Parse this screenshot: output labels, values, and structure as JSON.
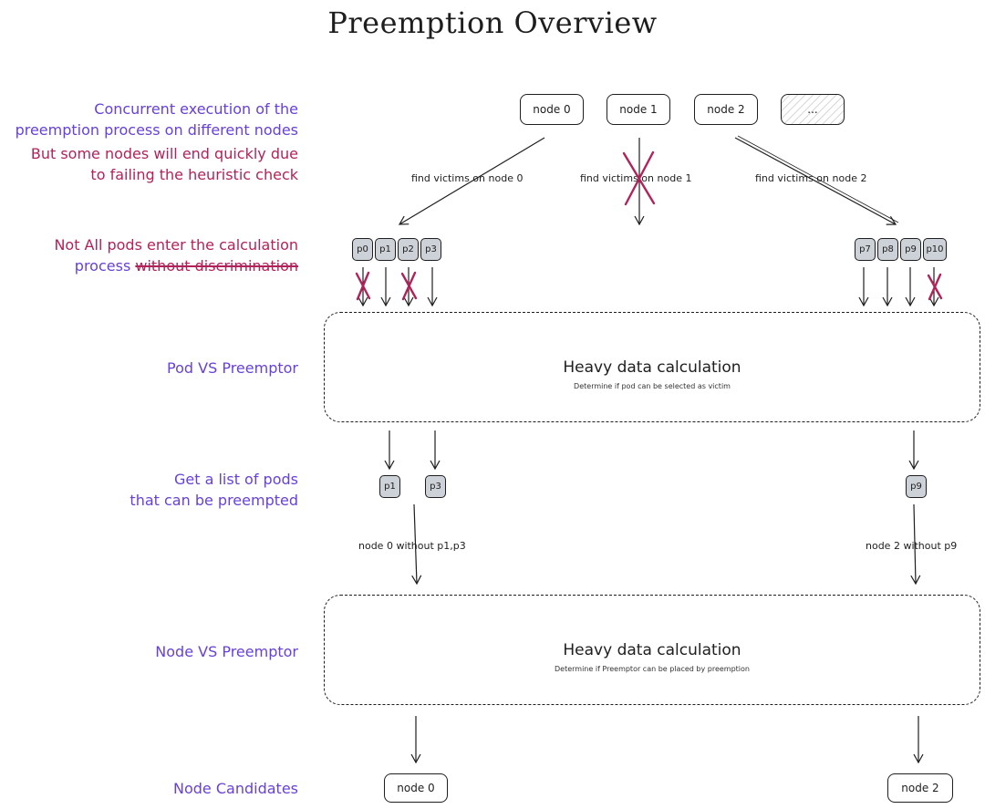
{
  "title": "Preemption Overview",
  "notes": {
    "concurrent_line1": "Concurrent execution of the",
    "concurrent_line2": "preemption process on different nodes",
    "quick_line1": "But some nodes will end quickly due",
    "quick_line2": "to failing the heuristic check",
    "pods_red": "Not All pods enter the calculation",
    "pods_blue": "process",
    "pods_strike": "without discrimination",
    "pod_vs": "Pod VS Preemptor",
    "list_line1": "Get a list of pods",
    "list_line2": "that can be preempted",
    "node_vs": "Node VS Preemptor",
    "candidates": "Node Candidates"
  },
  "nodes": {
    "n0": "node 0",
    "n1": "node 1",
    "n2": "node 2",
    "more": "..."
  },
  "edges": {
    "victims0": "find victims on node 0",
    "victims1": "find victims on node 1",
    "victims2": "find victims on node 2",
    "without0": "node 0 without p1,p3",
    "without2": "node 2 without p9"
  },
  "pods_left": [
    "p0",
    "p1",
    "p2",
    "p3"
  ],
  "pods_right": [
    "p7",
    "p8",
    "p9",
    "p10"
  ],
  "selected_left": [
    "p1",
    "p3"
  ],
  "selected_right": [
    "p9"
  ],
  "calc1": {
    "title": "Heavy data calculation",
    "subtitle": "Determine if pod can be selected as victim"
  },
  "calc2": {
    "title": "Heavy data calculation",
    "subtitle": "Determine if Preemptor can be placed by preemption"
  },
  "candidates": {
    "c0": "node 0",
    "c2": "node 2"
  },
  "colors": {
    "note_blue": "#6741d9",
    "note_red": "#b2225a",
    "pod_fill": "#cdd2d8"
  }
}
